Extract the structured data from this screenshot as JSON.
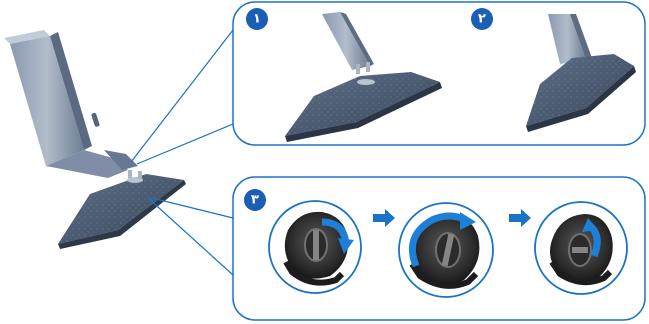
{
  "steps": [
    {
      "id": "1",
      "label": "١"
    },
    {
      "id": "2",
      "label": "٢"
    },
    {
      "id": "3",
      "label": "٣"
    }
  ],
  "colors": {
    "panel_border": "#1a73c4",
    "badge": "#1a5fb4",
    "arrow": "#1a73c4",
    "rotate_arrow": "#1e7fd6",
    "stand_metal": "#6d7f99",
    "base_fill": "#4a5a70",
    "base_dark": "#2d3848",
    "knob_dark": "#1c1c1c"
  },
  "icons": [
    "arrow-right-icon",
    "rotate-arrow-icon",
    "step-badge-icon"
  ]
}
